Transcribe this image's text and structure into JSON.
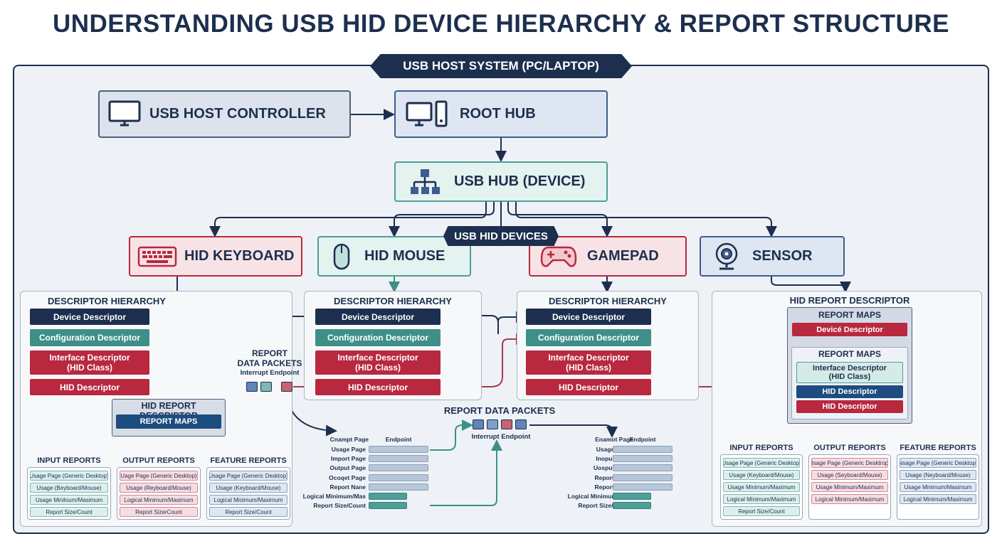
{
  "title": "UNDERSTANDING USB HID DEVICE HIERARCHY & REPORT STRUCTURE",
  "host_system": "USB HOST SYSTEM (PC/LAPTOP)",
  "host_controller": "USB HOST CONTROLLER",
  "root_hub": "ROOT HUB",
  "usb_hub": "USB HUB (DEVICE)",
  "hid_devices_label": "USB HID DEVICES",
  "devices": {
    "keyboard": "HID KEYBOARD",
    "mouse": "HID MOUSE",
    "gamepad": "GAMEPAD",
    "sensor": "SENSOR"
  },
  "descriptor_hierarchy": {
    "title": "DESCRIPTOR HIERARCHY",
    "device": "Device Descriptor",
    "configuration": "Configuration Descriptor",
    "interface_l1": "Interface Descriptor",
    "interface_l2": "(HID Class)",
    "hid": "HID Descriptor"
  },
  "keyboard_report": {
    "title": "HID REPORT DESCRIPTOR",
    "maps": "REPORT MAPS",
    "columns": [
      {
        "title": "INPUT REPORTS",
        "items": [
          "Usage Page (Generic Desktop)",
          "Usage (Beyboard/Mouse)",
          "Usage Miniloum/Masimum",
          "Report Size/Count"
        ]
      },
      {
        "title": "OUTPUT REPORTS",
        "items": [
          "Uage Page (Generic Desktop)",
          "Usage (Reyboard/Mouse)",
          "Logical Minimum/Masimum",
          "Report SizerCount"
        ]
      },
      {
        "title": "FEATURE REPORTS",
        "items": [
          "Usage Page (Generic Desktop)",
          "Usage (Keyboard/Mouse)",
          "Logical Mioimum/Maximum",
          "Report Size/Count"
        ]
      }
    ]
  },
  "report_packets_1": {
    "l1": "REPORT",
    "l2": "DATA PACKETS",
    "l3": "Interrupt Endpoint"
  },
  "report_packets_2": {
    "title": "REPORT DATA PACKETS",
    "sub": "Interrupt Endpoint"
  },
  "fields_left": {
    "h1": "Cnampt Page",
    "h2": "Endpoint",
    "rows": [
      "Usage Page",
      "Import Page",
      "Output Page",
      "Ocoqet Page",
      "Report Nane",
      "Logical Minimum/Mas",
      "Report Size/Count"
    ]
  },
  "fields_right": {
    "h1": "Enamot Page",
    "h2": "Endpoint",
    "rows": [
      "Usage Page",
      "Inoput Page",
      "Uosput Page",
      "Report Bags",
      "Report Nane",
      "Logical Minimum/Msx",
      "Report Size/Count"
    ]
  },
  "sensor_report": {
    "title": "HID REPORT DESCRIPTOR",
    "maps1": "REPORT MAPS",
    "device": "Devicé Descriptor",
    "maps2": "REPORT MAPS",
    "interface_l1": "Interface Descriptor",
    "interface_l2": "(HID Class)",
    "hid1": "HID Descriptor",
    "hid2": "HID Descriptor",
    "columns": [
      {
        "title": "INPUT REPORTS",
        "items": [
          "Usage Page (Generic Desktop)",
          "Usage (Keyboard/Mouse)",
          "Usage Minimum/Maximum",
          "Logical Minimum/Maximum",
          "Report Size/Count"
        ]
      },
      {
        "title": "OUTPUT REPORTS",
        "items": [
          "Usage Page (Generic Desktrop)",
          "Usage (Seyboard/Mouse)",
          "Usage Minimum/Maximum",
          "Logical Minimum/Maximum"
        ]
      },
      {
        "title": "FEATURE REPORTS",
        "items": [
          "Nsage Page (Generic Desktop)",
          "Usage (Neyboard/Mouse)",
          "Usage Minimum/Masimum",
          "Logical Minimum/Maximum"
        ]
      }
    ]
  },
  "icons": {
    "host_controller": "monitor-icon",
    "root_hub": "desktop-pc-icon",
    "usb_hub": "network-tree-icon",
    "keyboard": "keyboard-icon",
    "mouse": "mouse-icon",
    "gamepad": "gamepad-icon",
    "sensor": "webcam-sensor-icon"
  },
  "colors": {
    "navy": "#1d2f4e",
    "teal": "#3f8f89",
    "crimson": "#b8283f",
    "blue": "#1d4d7f"
  }
}
